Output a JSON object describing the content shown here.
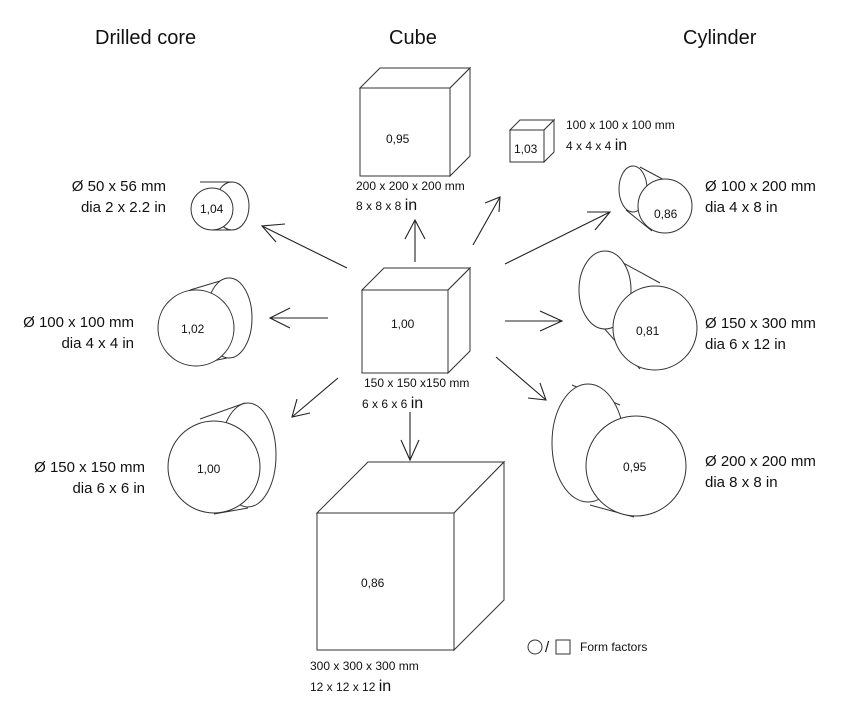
{
  "headers": {
    "drilled_core": "Drilled core",
    "cube": "Cube",
    "cylinder": "Cylinder"
  },
  "specimens": {
    "core_50": {
      "line1": "Ø 50 x 56 mm",
      "line2": "dia 2 x 2.2 in",
      "factor": "1,04"
    },
    "core_100": {
      "line1": "Ø 100 x 100 mm",
      "line2": "dia 4 x 4 in",
      "factor": "1,02"
    },
    "core_150": {
      "line1": "Ø 150 x 150 mm",
      "line2": "dia 6 x 6 in",
      "factor": "1,00"
    },
    "cube_200": {
      "line1": "200 x 200 x 200 mm",
      "line2": "8 x 8 x 8",
      "unit": "in",
      "factor": "0,95"
    },
    "cube_100": {
      "line1": "100 x 100 x 100 mm",
      "line2": "4 x 4 x 4",
      "unit": "in",
      "factor": "1,03"
    },
    "cube_150": {
      "line1": "150 x 150 x150 mm",
      "line2": "6 x 6 x 6",
      "unit": "in",
      "factor": "1,00"
    },
    "cube_300": {
      "line1": "300 x 300 x 300 mm",
      "line2": "12 x 12 x 12",
      "unit": "in",
      "factor": "0,86"
    },
    "cyl_100": {
      "line1": "Ø 100 x 200 mm",
      "line2": "dia 4 x 8 in",
      "factor": "0,86"
    },
    "cyl_150": {
      "line1": "Ø 150 x 300 mm",
      "line2": "dia 6 x 12 in",
      "factor": "0,81"
    },
    "cyl_200": {
      "line1": "Ø 200 x 200 mm",
      "line2": "dia 8 x 8 in",
      "factor": "0,95"
    }
  },
  "legend": {
    "separator": "/",
    "label": "Form factors"
  }
}
